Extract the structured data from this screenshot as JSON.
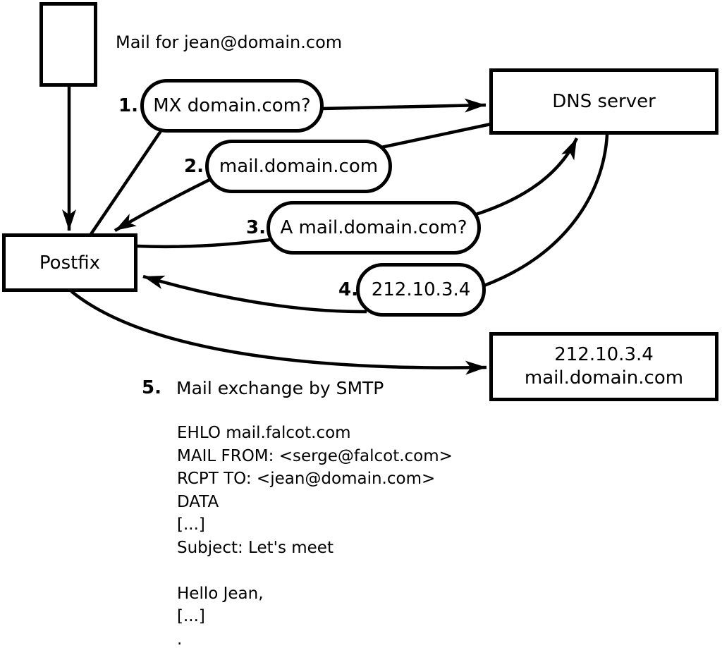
{
  "note": {
    "mail_for": "Mail for jean@domain.com"
  },
  "nodes": {
    "postfix": "Postfix",
    "dns_server": "DNS server",
    "mail_server_line1": "212.10.3.4",
    "mail_server_line2": "mail.domain.com"
  },
  "steps": [
    {
      "number": "1.",
      "label": "MX domain.com?"
    },
    {
      "number": "2.",
      "label": "mail.domain.com"
    },
    {
      "number": "3.",
      "label": "A mail.domain.com?"
    },
    {
      "number": "4.",
      "label": "212.10.3.4"
    },
    {
      "number": "5.",
      "label": "Mail exchange by SMTP"
    }
  ],
  "smtp": {
    "lines": [
      "EHLO mail.falcot.com",
      "MAIL FROM: <serge@falcot.com>",
      "RCPT TO: <jean@domain.com>",
      "DATA",
      "[...]",
      "Subject: Let's meet",
      "",
      "Hello Jean,",
      "[...]",
      "."
    ]
  },
  "colors": {
    "stroke": "#000000",
    "background": "#ffffff"
  }
}
